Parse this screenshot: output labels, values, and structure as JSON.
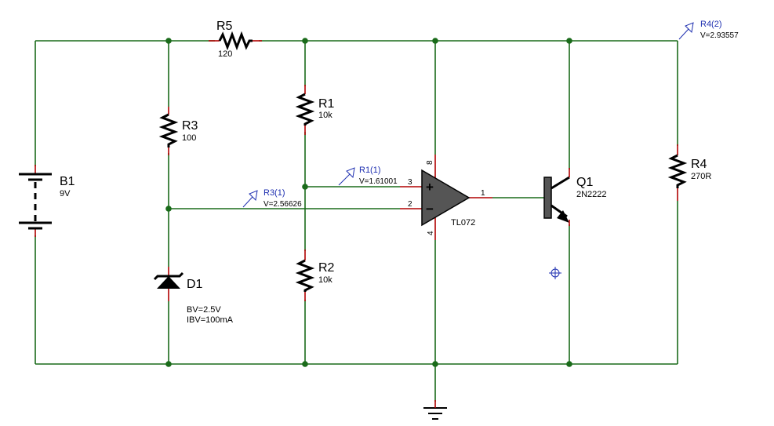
{
  "components": {
    "r5": {
      "ref": "R5",
      "value": "120"
    },
    "r3": {
      "ref": "R3",
      "value": "100"
    },
    "r1": {
      "ref": "R1",
      "value": "10k"
    },
    "r2": {
      "ref": "R2",
      "value": "10k"
    },
    "r4": {
      "ref": "R4",
      "value": "270R"
    },
    "b1": {
      "ref": "B1",
      "value": "9V"
    },
    "d1": {
      "ref": "D1",
      "bv": "BV=2.5V",
      "ibv": "IBV=100mA"
    },
    "q1": {
      "ref": "Q1",
      "value": "2N2222"
    },
    "u1": {
      "value": "TL072",
      "pin_plus": "3",
      "pin_minus": "2",
      "pin_out": "1",
      "pin_vcc": "8",
      "pin_gnd": "4",
      "plus_sign": "+",
      "minus_sign": "−"
    }
  },
  "probes": {
    "r1": {
      "label": "R1(1)",
      "value": "V=1.61001"
    },
    "r3": {
      "label": "R3(1)",
      "value": "V=2.56626"
    },
    "r4": {
      "label": "R4(2)",
      "value": "V=2.93557"
    }
  },
  "colors": {
    "wire": "#1a6b1a",
    "pin_lead": "#b00000",
    "probe": "#1e2fb0",
    "component": "#000000"
  }
}
